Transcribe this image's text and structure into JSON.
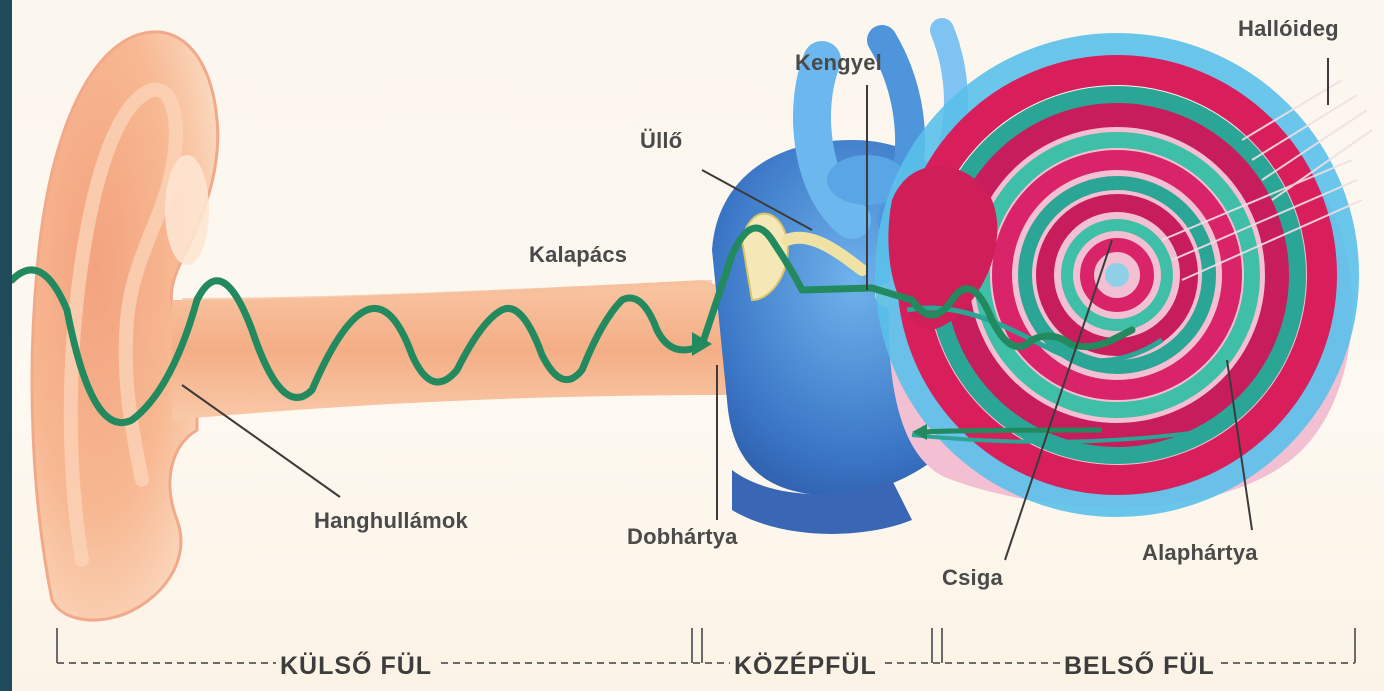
{
  "labels": {
    "kengyel": "Kengyel",
    "halloideg": "Hallóideg",
    "ullo": "Üllő",
    "kalapacs": "Kalapács",
    "hanghullamok": "Hanghullámok",
    "dobhartya": "Dobhártya",
    "csiga": "Csiga",
    "alaphartya": "Alaphártya"
  },
  "sections": {
    "outer": "KÜLSŐ FÜL",
    "middle": "KÖZÉPFÜL",
    "inner": "BELSŐ FÜL"
  },
  "colors": {
    "wave": "#23895f",
    "outer_ear": "#f6b48c",
    "middle_ear": "#3f78c8",
    "cochlea_red": "#d81f5c",
    "cochlea_teal": "#2aa596"
  }
}
